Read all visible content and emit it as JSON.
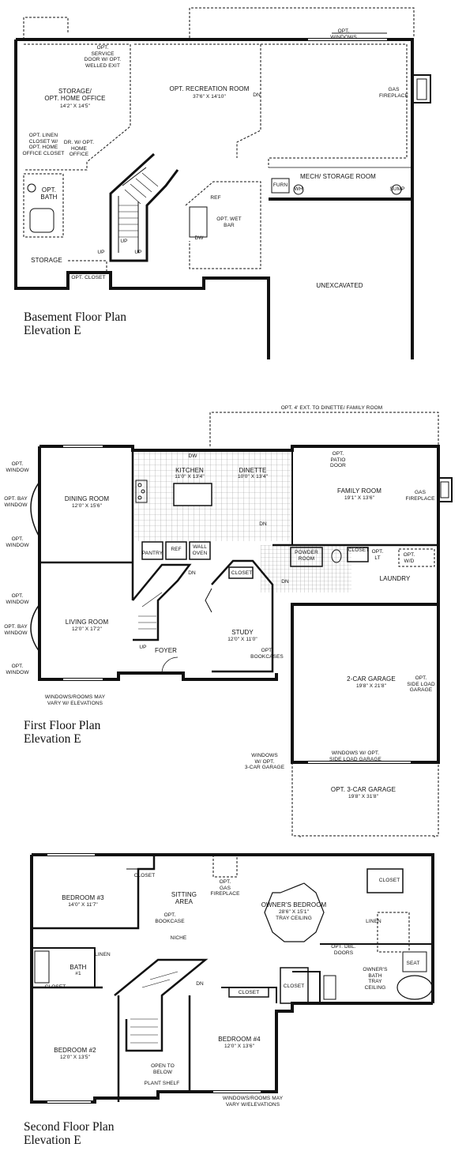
{
  "basement": {
    "title": "Basement Floor Plan",
    "elevation": "Elevation E",
    "labels": {
      "opt_windows": "OPT.\nWINDOWS",
      "service_door": "OPT.\nSERVICE\nDOOR W/ OPT.\nWELLED EXIT",
      "storage_office": "STORAGE/\nOPT. HOME OFFICE",
      "storage_office_dim": "14'2\" x 14'5\"",
      "rec_room": "OPT. RECREATION ROOM",
      "rec_room_dim": "37'6\" x 14'10\"",
      "dn": "DN",
      "gas_fireplace": "GAS\nFIREPLACE",
      "linen_closet": "OPT. LINEN\nCLOSET W/\nOPT. HOME\nOFFICE CLOSET",
      "dr_office": "DR. W/ OPT.\nHOME\nOFFICE",
      "bath": "OPT.\nBATH",
      "mech": "MECH/ STORAGE ROOM",
      "furn": "FURN",
      "wh": "WH",
      "sump": "SUMP",
      "ref": "REF",
      "wet_bar": "OPT. WET\nBAR",
      "dw": "DW",
      "up1": "UP",
      "up2": "UP",
      "up3": "UP",
      "storage": "STORAGE",
      "opt_closet": "OPT. CLOSET",
      "unexcavated": "UNEXCAVATED"
    }
  },
  "first": {
    "title": "First Floor Plan",
    "elevation": "Elevation E",
    "labels": {
      "ext": "OPT. 4' EXT. TO DINETTE/ FAMILY ROOM",
      "kitchen": "KITCHEN",
      "kitchen_dim": "11'0\" x 13'4\"",
      "dinette": "DINETTE",
      "dinette_dim": "10'0\" x 13'4\"",
      "dw": "DW",
      "patio": "OPT.\nPATIO\nDOOR",
      "family": "FAMILY ROOM",
      "family_dim": "19'1\" x 13'6\"",
      "gas_fireplace": "GAS\nFIREPLACE",
      "opt_window1": "OPT.\nWINDOW",
      "opt_bay1": "OPT. BAY\nWINDOW",
      "opt_window2": "OPT.\nWINDOW",
      "dining": "DINING ROOM",
      "dining_dim": "12'0\" x 15'6\"",
      "pantry": "PANTRY",
      "ref": "REF",
      "wall_oven": "WALL\nOVEN",
      "powder": "POWDER\nROOM",
      "closet": "CLOSET",
      "opt_lt": "OPT.\nLT",
      "opt_wd": "OPT.\nW/D",
      "laundry": "LAUNDRY",
      "dn1": "DN",
      "dn2": "DN",
      "dn3": "DN",
      "closet2": "CLOSET",
      "opt_window3": "OPT.\nWINDOW",
      "opt_bay2": "OPT. BAY\nWINDOW",
      "opt_window4": "OPT.\nWINDOW",
      "living": "LIVING ROOM",
      "living_dim": "12'0\" x 17'2\"",
      "study": "STUDY",
      "study_dim": "12'0\" x 11'0\"",
      "bookcases": "OPT.\nBOOKCASES",
      "up": "UP",
      "foyer": "FOYER",
      "garage2": "2-CAR GARAGE",
      "garage2_dim": "19'8\" x 21'8\"",
      "side_load": "OPT.\nSIDE LOAD\nGARAGE",
      "windows_rooms": "WINDOWS/ROOMS MAY\nVARY W/ ELEVATIONS",
      "windows_3car": "WINDOWS\nW/ OPT.\n3-CAR GARAGE",
      "windows_side": "WINDOWS W/ OPT.\nSIDE LOAD GARAGE",
      "garage3": "OPT. 3-CAR GARAGE",
      "garage3_dim": "19'8\" x 31'8\""
    }
  },
  "second": {
    "title": "Second Floor Plan",
    "elevation": "Elevation E",
    "labels": {
      "closet1": "CLOSET",
      "opt_gas_fireplace": "OPT.\nGAS\nFIREPLACE",
      "closet2": "CLOSET",
      "bedroom3": "BEDROOM #3",
      "bedroom3_dim": "14'0\" x 11'7\"",
      "sitting": "SITTING\nAREA",
      "owners": "OWNER'S BEDROOM",
      "owners_dim": "28'6\" x 15'1\"",
      "tray": "TRAY CEILING",
      "bookcase": "OPT.\nBOOKCASE",
      "linen1": "LINEN",
      "niche": "NICHE",
      "dbl_doors": "OPT. DBL.\nDOORS",
      "linen2": "LINEN",
      "bath": "BATH",
      "bath_num": "#1",
      "dn": "DN",
      "closet3": "CLOSET",
      "owners_bath": "OWNER'S\nBATH",
      "bath_tray": "TRAY\nCEILING",
      "seat": "SEAT",
      "closet4": "CLOSET",
      "closet5": "CLOSET",
      "bedroom2": "BEDROOM #2",
      "bedroom2_dim": "12'0\" x 13'5\"",
      "bedroom4": "BEDROOM #4",
      "bedroom4_dim": "12'0\" x 13'6\"",
      "open_below": "OPEN TO\nBELOW",
      "plant_shelf": "PLANT SHELF",
      "windows_rooms": "WINDOWS/ROOMS MAY\nVARY W/ELEVATIONS"
    }
  }
}
